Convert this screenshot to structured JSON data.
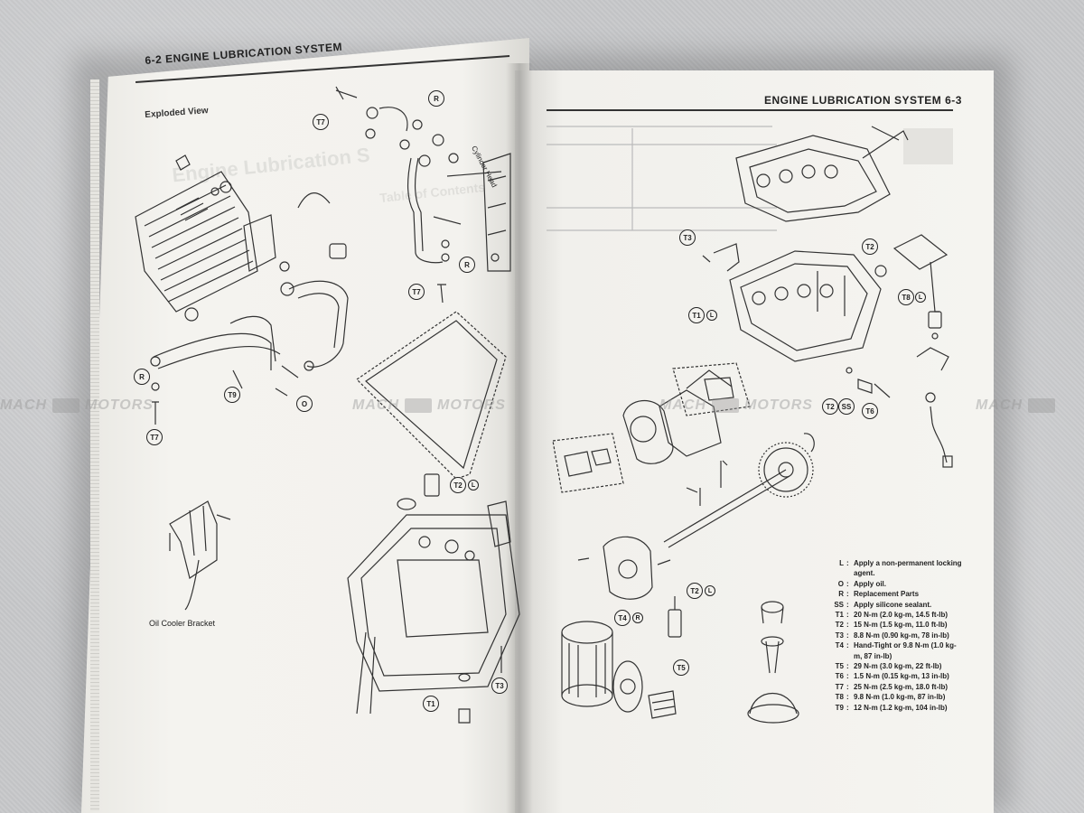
{
  "left_page": {
    "header": "6-2  ENGINE LUBRICATION SYSTEM",
    "subheader": "Exploded View",
    "callouts": [
      "T7",
      "R",
      "R",
      "T7",
      "R",
      "O",
      "T9",
      "T7",
      "T2",
      "L",
      "T1",
      "T3"
    ],
    "caption": "Oil Cooler Bracket",
    "side_note": "Cylinder Head"
  },
  "right_page": {
    "header": "ENGINE LUBRICATION SYSTEM  6-3",
    "callouts": [
      "T3",
      "T2",
      "T8",
      "L",
      "T1",
      "L",
      "T2",
      "SS",
      "T6",
      "T2",
      "L",
      "T4",
      "R",
      "T5"
    ]
  },
  "legend": [
    {
      "key": "L",
      "value": "Apply a non-permanent locking agent."
    },
    {
      "key": "O",
      "value": "Apply oil."
    },
    {
      "key": "R",
      "value": "Replacement Parts"
    },
    {
      "key": "SS",
      "value": "Apply silicone sealant."
    },
    {
      "key": "T1",
      "value": "20 N-m (2.0 kg-m, 14.5 ft-lb)"
    },
    {
      "key": "T2",
      "value": "15 N-m (1.5 kg-m, 11.0 ft-lb)"
    },
    {
      "key": "T3",
      "value": "8.8 N-m (0.90 kg-m, 78 in-lb)"
    },
    {
      "key": "T4",
      "value": "Hand-Tight or 9.8 N-m (1.0 kg-m, 87 in-lb)"
    },
    {
      "key": "T5",
      "value": "29 N-m (3.0 kg-m, 22 ft-lb)"
    },
    {
      "key": "T6",
      "value": "1.5 N-m (0.15 kg-m, 13 in-lb)"
    },
    {
      "key": "T7",
      "value": "25 N-m (2.5 kg-m, 18.0 ft-lb)"
    },
    {
      "key": "T8",
      "value": "9.8 N-m (1.0 kg-m, 87 in-lb)"
    },
    {
      "key": "T9",
      "value": "12 N-m (1.2 kg-m, 104 in-lb)"
    }
  ],
  "watermark": {
    "brand_a": "MACH",
    "brand_b": "MOTORS"
  },
  "colors": {
    "ink": "#222222",
    "paper": "#f3f2ee",
    "background": "#c8c9cb"
  }
}
